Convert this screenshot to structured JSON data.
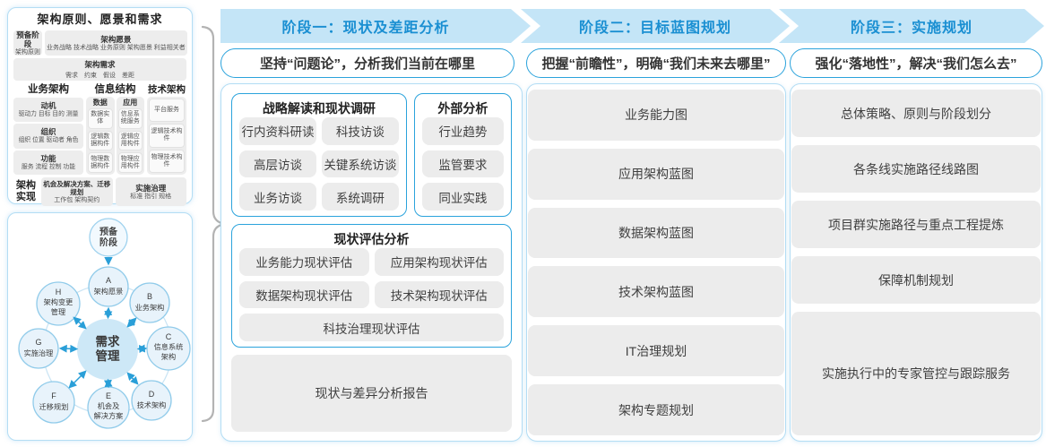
{
  "colors": {
    "accent_blue": "#1a8fd2",
    "band_bg": "#c4e5f7",
    "box_border_blue": "#2ba3dc",
    "panel_border": "#b3ddf4",
    "gray_box": "#ececec",
    "arrow_blue": "#2a9fd8",
    "brace_gray": "#b3b3b3"
  },
  "left": {
    "top_panel": {
      "title": "架构原则、愿景和需求",
      "prep": {
        "title": "预备阶段",
        "sub": "架构原则"
      },
      "vision": {
        "title": "架构愿景",
        "sub": "业务战略 技术战略 业务原则 架构愿景 利益相关者"
      },
      "requirements": {
        "title": "架构需求",
        "sub": "需求　约束　假设　差距"
      },
      "business": {
        "title": "业务架构",
        "boxes": [
          {
            "title": "动机",
            "desc": "驱动力 目标 目的 测量"
          },
          {
            "title": "组织",
            "desc": "组织 位置 驱动者 角色"
          },
          {
            "title": "功能",
            "desc": "服务 流程 控制 功能"
          }
        ]
      },
      "info": {
        "title": "信息结构",
        "data_col": {
          "title": "数据",
          "items": [
            "数据实体",
            "逻辑数据构件",
            "物理数据构件"
          ]
        },
        "app_col": {
          "title": "应用",
          "items": [
            "信息系统服务",
            "逻辑应用构件",
            "物理应用构件"
          ]
        }
      },
      "tech": {
        "title": "技术架构",
        "items": [
          "平台服务",
          "逻辑技术构件",
          "物理技术构件"
        ]
      },
      "realization": {
        "label": "架构实现",
        "box1": {
          "title": "机会及解决方案、迁移规划",
          "desc": "工作包 架构契约"
        },
        "box2": {
          "title": "实施治理",
          "desc": "标准 指引 规格"
        }
      }
    },
    "adm": {
      "prep_lines": [
        "预备",
        "阶段"
      ],
      "center_lines": [
        "需求",
        "管理"
      ],
      "nodes": [
        {
          "letter": "A",
          "lines": [
            "架构愿景",
            ""
          ]
        },
        {
          "letter": "B",
          "lines": [
            "业务架构",
            ""
          ]
        },
        {
          "letter": "C",
          "lines": [
            "信息系统",
            "架构"
          ]
        },
        {
          "letter": "D",
          "lines": [
            "技术架构",
            ""
          ]
        },
        {
          "letter": "E",
          "lines": [
            "机会及",
            "解决方案"
          ]
        },
        {
          "letter": "F",
          "lines": [
            "迁移规划",
            ""
          ]
        },
        {
          "letter": "G",
          "lines": [
            "实施治理",
            ""
          ]
        },
        {
          "letter": "H",
          "lines": [
            "架构变更",
            "管理"
          ]
        }
      ]
    }
  },
  "phases": [
    {
      "header": "阶段一：现状及差距分析",
      "subtitle": "坚持“问题论”，分析我们当前在哪里",
      "groups": {
        "survey": {
          "title": "战略解读和现状调研",
          "items": [
            "行内资料研读",
            "科技访谈",
            "高层访谈",
            "关键系统访谈",
            "业务访谈",
            "系统调研"
          ]
        },
        "external": {
          "title": "外部分析",
          "items": [
            "行业趋势",
            "监管要求",
            "同业实践"
          ]
        },
        "assessment": {
          "title": "现状评估分析",
          "items": [
            "业务能力现状评估",
            "应用架构现状评估",
            "数据架构现状评估",
            "技术架构现状评估",
            "科技治理现状评估"
          ]
        },
        "report": "现状与差异分析报告"
      }
    },
    {
      "header": "阶段二：目标蓝图规划",
      "subtitle": "把握“前瞻性”，明确“我们未来去哪里”",
      "items": [
        "业务能力图",
        "应用架构蓝图",
        "数据架构蓝图",
        "技术架构蓝图",
        "IT治理规划",
        "架构专题规划"
      ]
    },
    {
      "header": "阶段三：实施规划",
      "subtitle": "强化“落地性”，解决“我们怎么去”",
      "items": [
        "总体策略、原则与阶段划分",
        "各条线实施路径线路图",
        "项目群实施路径与重点工程提炼",
        "保障机制规划",
        "实施执行中的专家管控与跟踪服务"
      ]
    }
  ]
}
